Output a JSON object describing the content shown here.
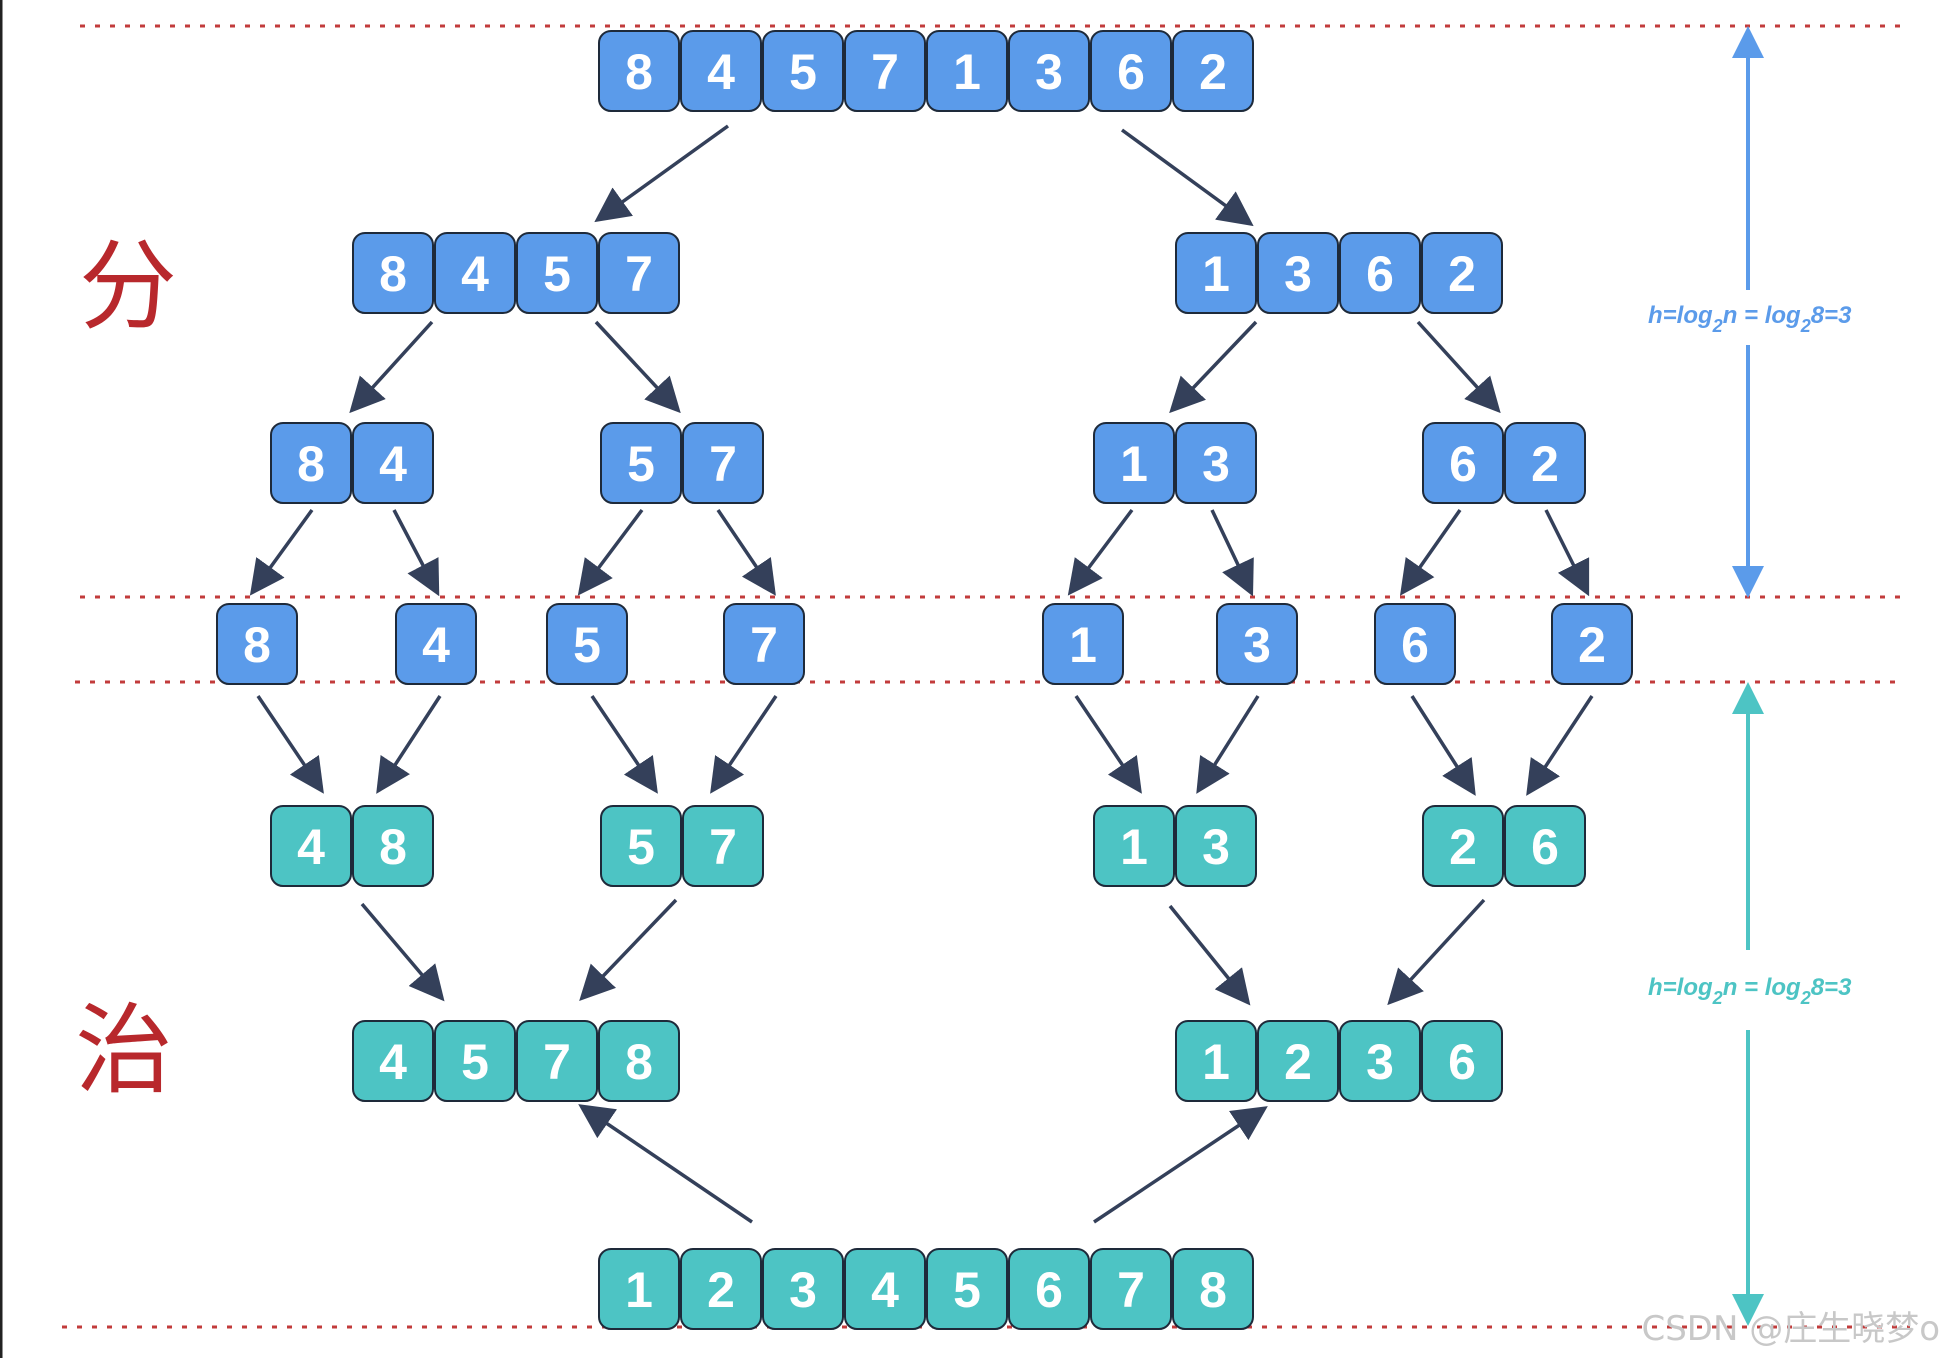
{
  "labels": {
    "divide": "分",
    "conquer": "治"
  },
  "formulas": {
    "divide": {
      "h": "h=log",
      "sub1": "2",
      "mid": "n = log",
      "sub2": "2",
      "tail": "8=3"
    },
    "conquer": {
      "h": "h=log",
      "sub1": "2",
      "mid": "n = log",
      "sub2": "2",
      "tail": "8=3"
    }
  },
  "watermark": "CSDN @庄生晓梦o",
  "colors": {
    "divide_cell": "#5b9bea",
    "conquer_cell": "#4dc4c4",
    "cell_border": "#1e2a3a",
    "arrow": "#34405a",
    "dotted_line": "#c23b3b",
    "divide_axis": "#5b9bea",
    "conquer_axis": "#4dc4c4",
    "label": "#b8282c"
  },
  "divide": {
    "level0": [
      [
        8,
        4,
        5,
        7,
        1,
        3,
        6,
        2
      ]
    ],
    "level1": [
      [
        8,
        4,
        5,
        7
      ],
      [
        1,
        3,
        6,
        2
      ]
    ],
    "level2": [
      [
        8,
        4
      ],
      [
        5,
        7
      ],
      [
        1,
        3
      ],
      [
        6,
        2
      ]
    ],
    "level3": [
      [
        8
      ],
      [
        4
      ],
      [
        5
      ],
      [
        7
      ],
      [
        1
      ],
      [
        3
      ],
      [
        6
      ],
      [
        2
      ]
    ]
  },
  "conquer": {
    "level2": [
      [
        4,
        8
      ],
      [
        5,
        7
      ],
      [
        1,
        3
      ],
      [
        2,
        6
      ]
    ],
    "level1": [
      [
        4,
        5,
        7,
        8
      ],
      [
        1,
        2,
        3,
        6
      ]
    ],
    "level0": [
      [
        1,
        2,
        3,
        4,
        5,
        6,
        7,
        8
      ]
    ]
  }
}
